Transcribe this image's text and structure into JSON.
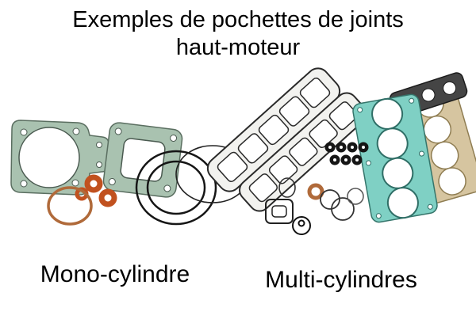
{
  "title": {
    "line1": "Exemples de pochettes de joints",
    "line2": "haut-moteur"
  },
  "captions": {
    "mono": "Mono-cylindre",
    "multi": "Multi-cylindres"
  },
  "colors": {
    "gasket_green": "#a9c2b0",
    "gasket_teal": "#7fd0c4",
    "gasket_beige": "#d6c5a0",
    "oring_orange": "#c1511f",
    "ring_bronze": "#b06a3a",
    "outline_dark": "#1c1c1c"
  }
}
